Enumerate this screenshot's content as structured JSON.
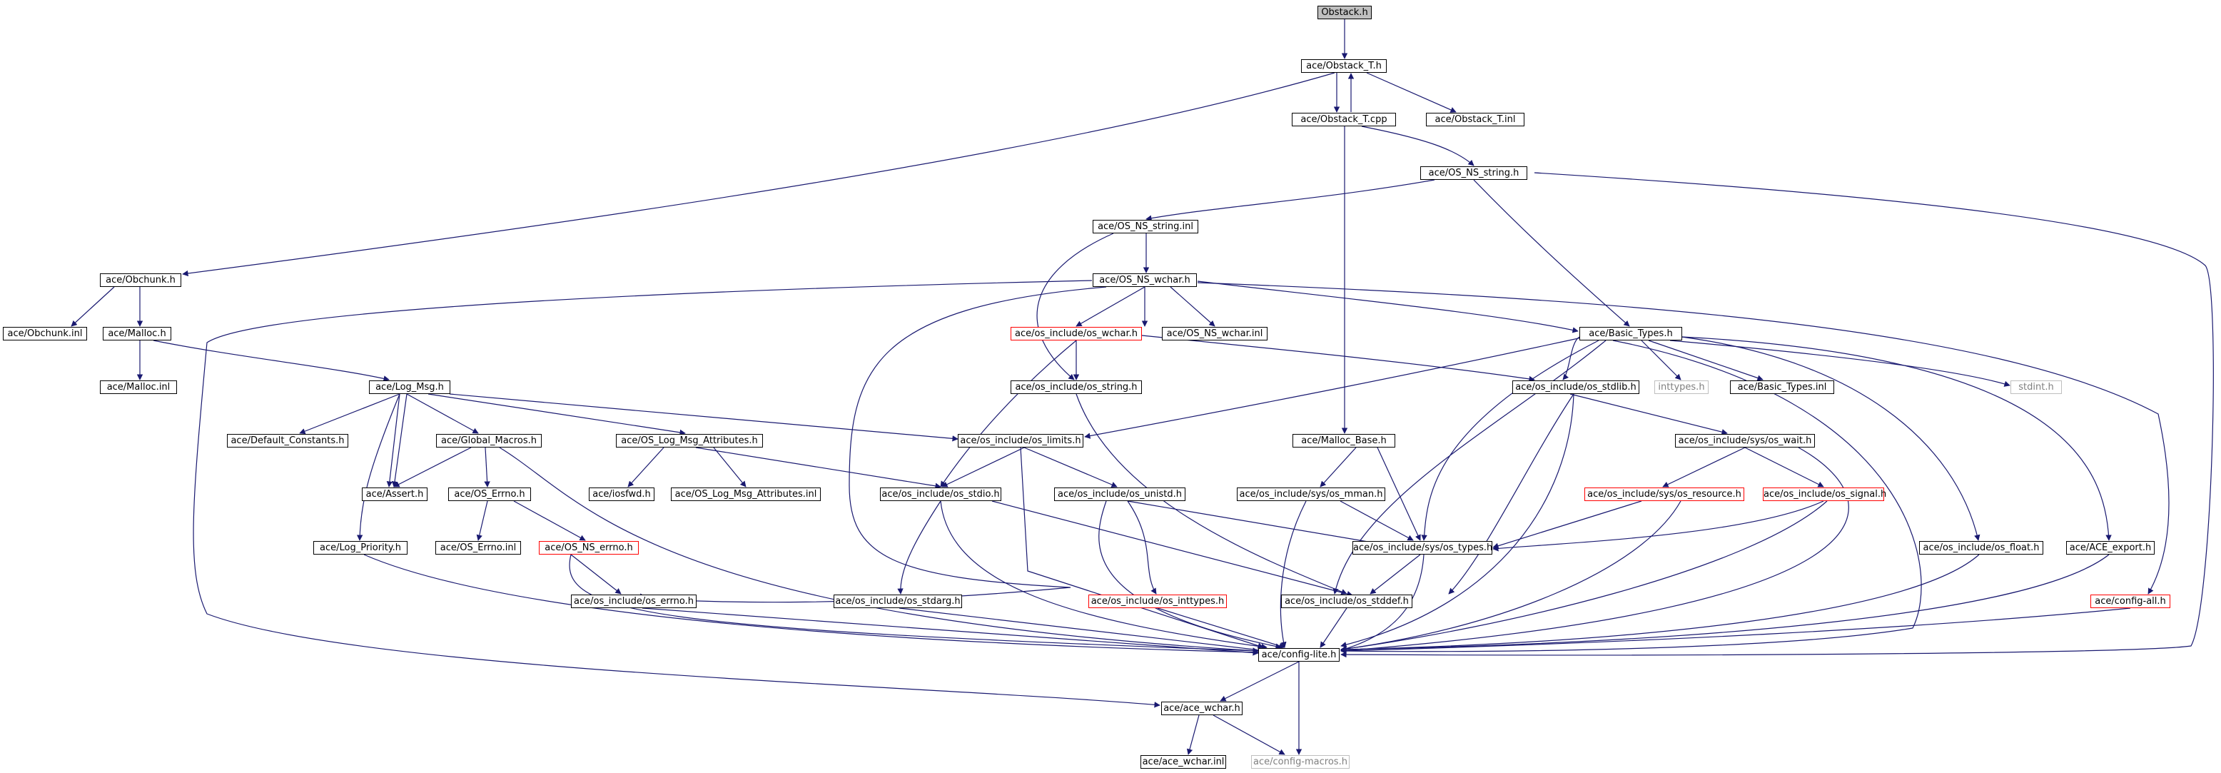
{
  "colors": {
    "edge": "#191970",
    "node_border": "#000000",
    "node_border_missing": "#ff0000",
    "node_border_external": "#bfbfbf",
    "root_fill": "#bfbfbf"
  },
  "nodes": {
    "obstack_h": "Obstack.h",
    "obstack_t_h": "ace/Obstack_T.h",
    "obstack_t_cpp": "ace/Obstack_T.cpp",
    "obstack_t_inl": "ace/Obstack_T.inl",
    "os_ns_string_h": "ace/OS_NS_string.h",
    "os_ns_string_inl": "ace/OS_NS_string.inl",
    "obchunk_h": "ace/Obchunk.h",
    "os_ns_wchar_h": "ace/OS_NS_wchar.h",
    "obchunk_inl": "ace/Obchunk.inl",
    "malloc_h": "ace/Malloc.h",
    "os_wchar_h": "ace/os_include/os_wchar.h",
    "os_ns_wchar_inl": "ace/OS_NS_wchar.inl",
    "basic_types_h": "ace/Basic_Types.h",
    "malloc_inl": "ace/Malloc.inl",
    "log_msg_h": "ace/Log_Msg.h",
    "os_string_h": "ace/os_include/os_string.h",
    "os_stdlib_h": "ace/os_include/os_stdlib.h",
    "inttypes_h": "inttypes.h",
    "basic_types_inl": "ace/Basic_Types.inl",
    "stdint_h": "stdint.h",
    "default_constants_h": "ace/Default_Constants.h",
    "global_macros_h": "ace/Global_Macros.h",
    "os_log_msg_attributes_h": "ace/OS_Log_Msg_Attributes.h",
    "os_limits_h": "ace/os_include/os_limits.h",
    "malloc_base_h": "ace/Malloc_Base.h",
    "os_wait_h": "ace/os_include/sys/os_wait.h",
    "assert_h": "ace/Assert.h",
    "os_errno_h": "ace/OS_Errno.h",
    "iosfwd_h": "ace/iosfwd.h",
    "os_log_msg_attributes_inl": "ace/OS_Log_Msg_Attributes.inl",
    "os_stdio_h": "ace/os_include/os_stdio.h",
    "os_unistd_h": "ace/os_include/os_unistd.h",
    "os_mman_h": "ace/os_include/sys/os_mman.h",
    "os_resource_h": "ace/os_include/sys/os_resource.h",
    "os_signal_h": "ace/os_include/os_signal.h",
    "log_priority_h": "ace/Log_Priority.h",
    "os_errno_inl": "ace/OS_Errno.inl",
    "os_ns_errno_h": "ace/OS_NS_errno.h",
    "os_types_h": "ace/os_include/sys/os_types.h",
    "os_float_h": "ace/os_include/os_float.h",
    "ace_export_h": "ace/ACE_export.h",
    "os_include_errno_h": "ace/os_include/os_errno.h",
    "os_stdarg_h": "ace/os_include/os_stdarg.h",
    "os_inttypes_h": "ace/os_include/os_inttypes.h",
    "os_stddef_h": "ace/os_include/os_stddef.h",
    "config_all_h": "ace/config-all.h",
    "config_lite_h": "ace/config-lite.h",
    "ace_wchar_h": "ace/ace_wchar.h",
    "ace_wchar_inl": "ace/ace_wchar.inl",
    "config_macros_h": "ace/config-macros.h"
  }
}
